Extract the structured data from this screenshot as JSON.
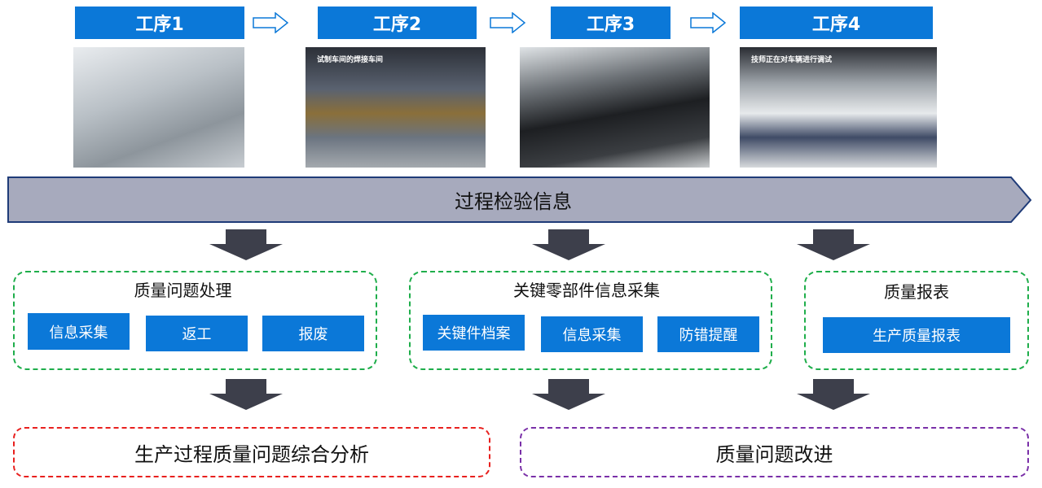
{
  "steps": [
    "工序1",
    "工序2",
    "工序3",
    "工序4"
  ],
  "photo_captions": {
    "p2": "试制车间的焊接车间",
    "p4": "技师正在对车辆进行调试"
  },
  "banner": "过程检验信息",
  "groups": [
    {
      "title": "质量问题处理",
      "buttons": [
        "信息采集",
        "返工",
        "报废"
      ]
    },
    {
      "title": "关键零部件信息采集",
      "buttons": [
        "关键件档案",
        "信息采集",
        "防错提醒"
      ]
    },
    {
      "title": "质量报表",
      "buttons": [
        "生产质量报表"
      ]
    }
  ],
  "outputs": [
    "生产过程质量问题综合分析",
    "质量问题改进"
  ],
  "colors": {
    "blue": "#0b78d8",
    "arrow": "#3d3f4b",
    "banner": "#a7aabd",
    "green": "#1fae4b",
    "red": "#e8201e",
    "purple": "#7a30a8"
  }
}
